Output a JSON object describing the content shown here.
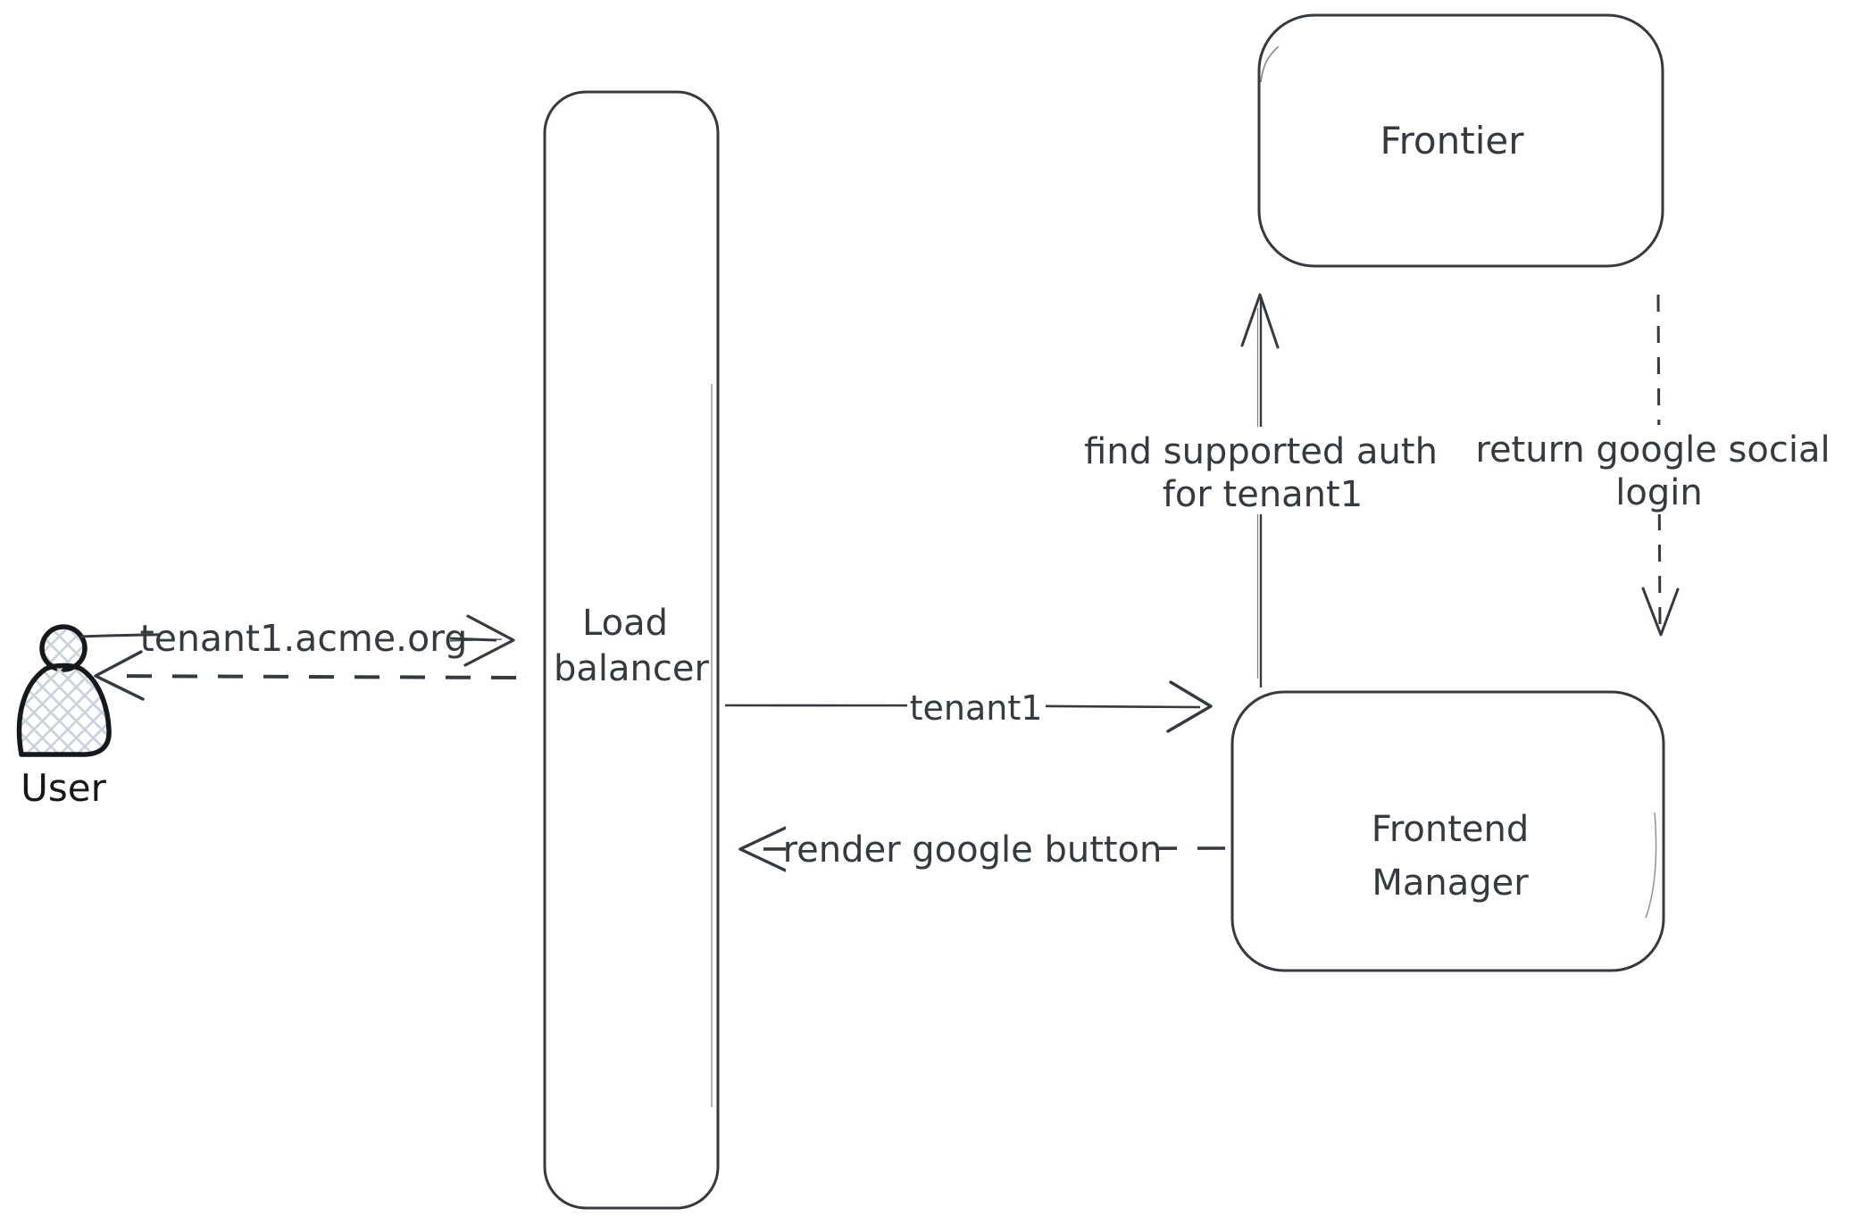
{
  "canvas": {
    "background": "#ffffff",
    "stroke_color": "#343a40",
    "figure_stroke_color": "#16191c",
    "hatch_fill_color": "#c9d2dc"
  },
  "actors": {
    "user": {
      "label": "User"
    },
    "load_balancer": {
      "line1": "Load",
      "line2": "balancer"
    },
    "frontier": {
      "label": "Frontier"
    },
    "frontend_manager": {
      "line1": "Frontend",
      "line2": "Manager"
    }
  },
  "arrows": {
    "request": {
      "label": "tenant1.acme.org",
      "style": "solid",
      "direction": "right",
      "from": "User",
      "to": "Load balancer"
    },
    "response": {
      "label": "",
      "style": "dashed",
      "direction": "left",
      "from": "Load balancer",
      "to": "User"
    },
    "tenant1": {
      "label": "tenant1",
      "style": "solid",
      "direction": "right",
      "from": "Load balancer",
      "to": "Frontend Manager"
    },
    "render_google": {
      "label": "render google button",
      "style": "dashed",
      "direction": "left",
      "from": "Frontend Manager",
      "to": "Load balancer"
    },
    "find_auth": {
      "line1": "find supported auth",
      "line2": "for tenant1",
      "style": "solid",
      "direction": "up",
      "from": "Frontend Manager",
      "to": "Frontier"
    },
    "return_social": {
      "line1": "return google social",
      "line2": "login",
      "style": "dashed",
      "direction": "down",
      "from": "Frontier",
      "to": "Frontend Manager"
    }
  }
}
